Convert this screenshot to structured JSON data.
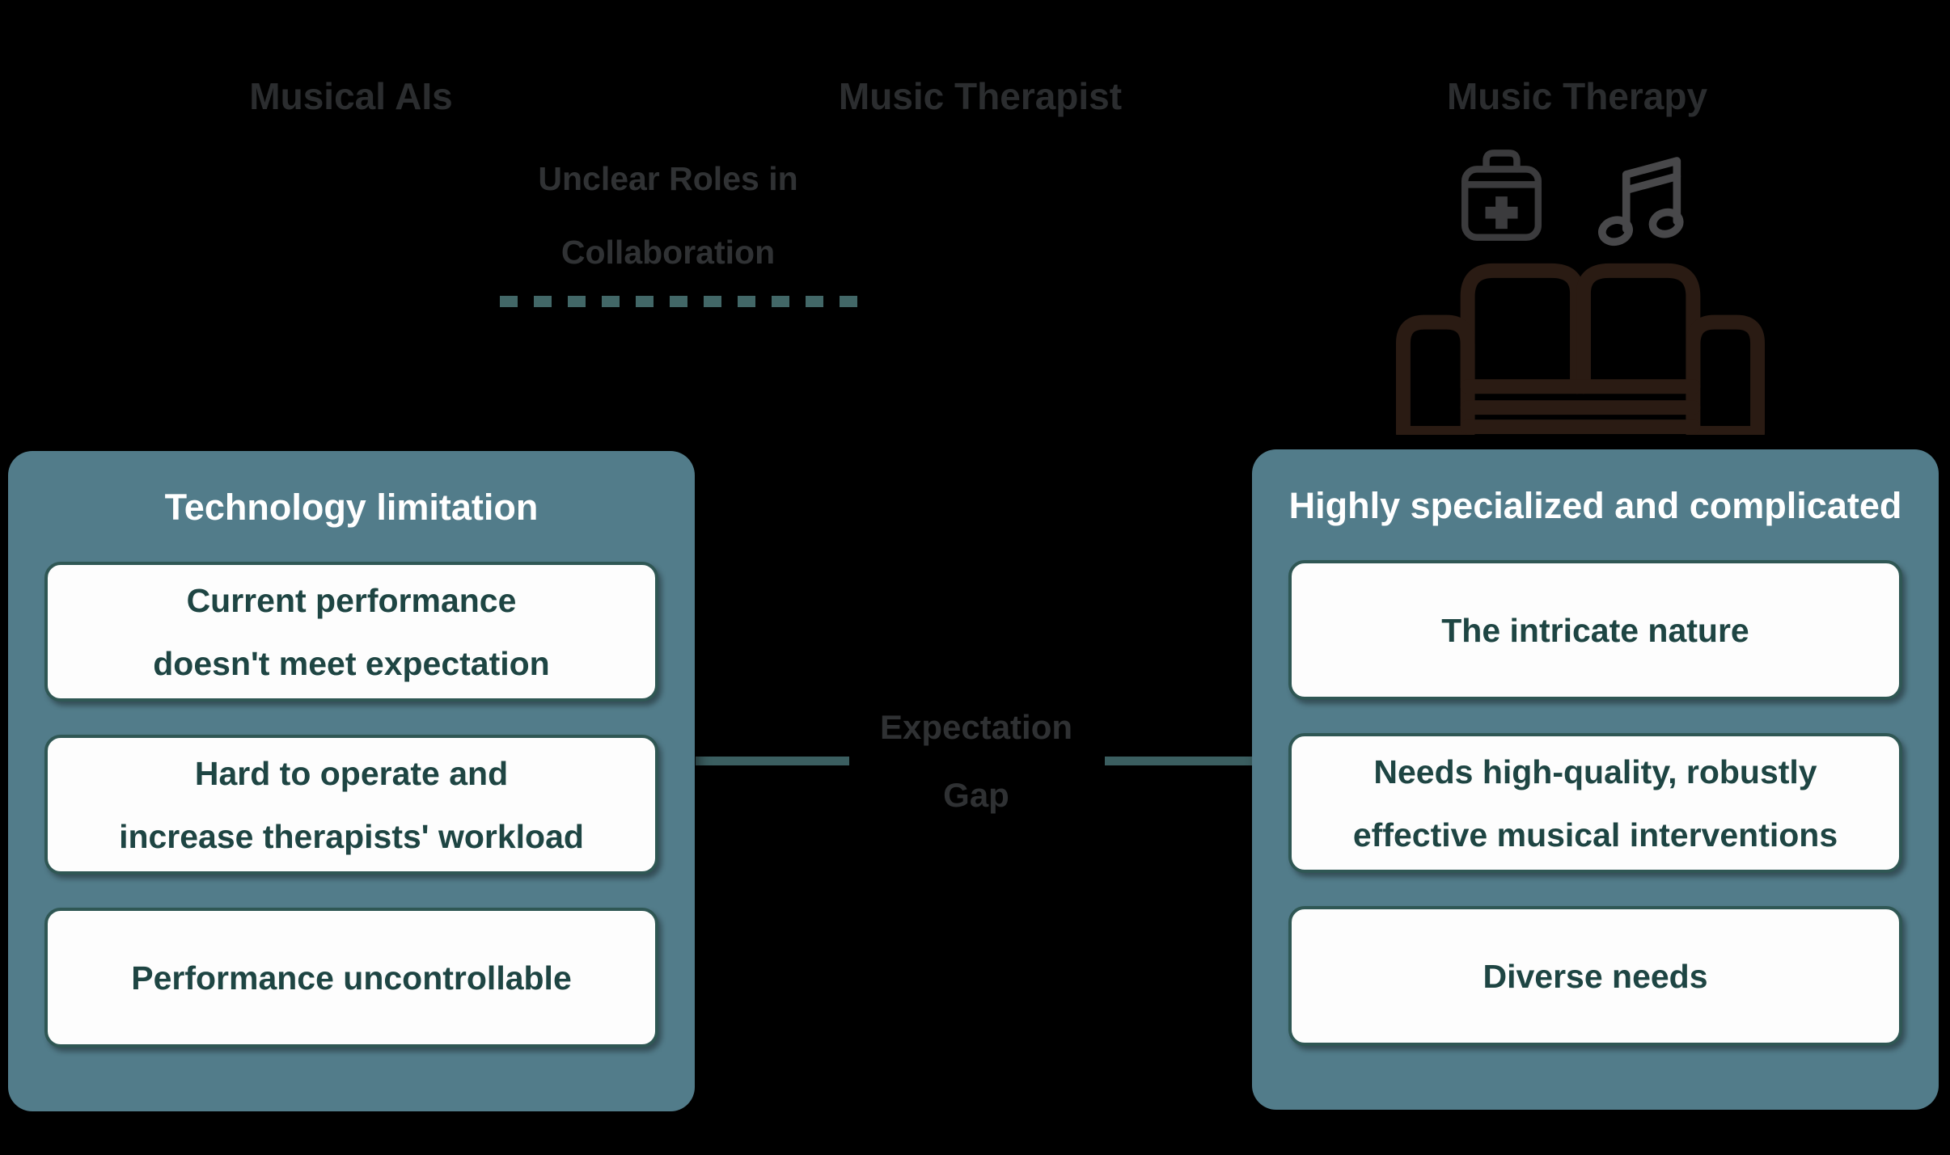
{
  "top_labels": {
    "musical_ais": "Musical AIs",
    "music_therapist": "Music Therapist",
    "music_therapy": "Music Therapy"
  },
  "collaboration_note": {
    "line1": "Unclear Roles in",
    "line2": "Collaboration"
  },
  "expectation_gap": {
    "line1": "Expectation",
    "line2": "Gap"
  },
  "left_panel": {
    "title": "Technology limitation",
    "items": [
      {
        "line1": "Current performance",
        "line2": "doesn't meet expectation"
      },
      {
        "line1": "Hard to operate and",
        "line2": "increase therapists' workload"
      },
      {
        "line1": "Performance uncontrollable",
        "line2": ""
      }
    ]
  },
  "right_panel": {
    "title": "Highly specialized and complicated",
    "items": [
      {
        "line1": "The intricate nature",
        "line2": ""
      },
      {
        "line1": "Needs high-quality, robustly",
        "line2": "effective musical interventions"
      },
      {
        "line1": "Diverse  needs",
        "line2": ""
      }
    ]
  },
  "icons": {
    "first_aid_kit": "first-aid-kit-icon",
    "music_note": "music-note-icon",
    "couch": "couch-icon"
  },
  "colors": {
    "bg": "#000000",
    "label": "#2b2d2f",
    "note-text": "#303234",
    "gap-text": "#2f3133",
    "dash": "#426767",
    "connector": "#3b5e60",
    "teal-panel": "#527c8a",
    "panel-title": "#ffffff",
    "card-bg": "#fdfdfd",
    "card-border": "#2f5754",
    "card-text": "#1e4543",
    "kit-icon": "#3b3b3d",
    "note-icon": "#48484a",
    "couch-icon": "#2a1b13"
  }
}
